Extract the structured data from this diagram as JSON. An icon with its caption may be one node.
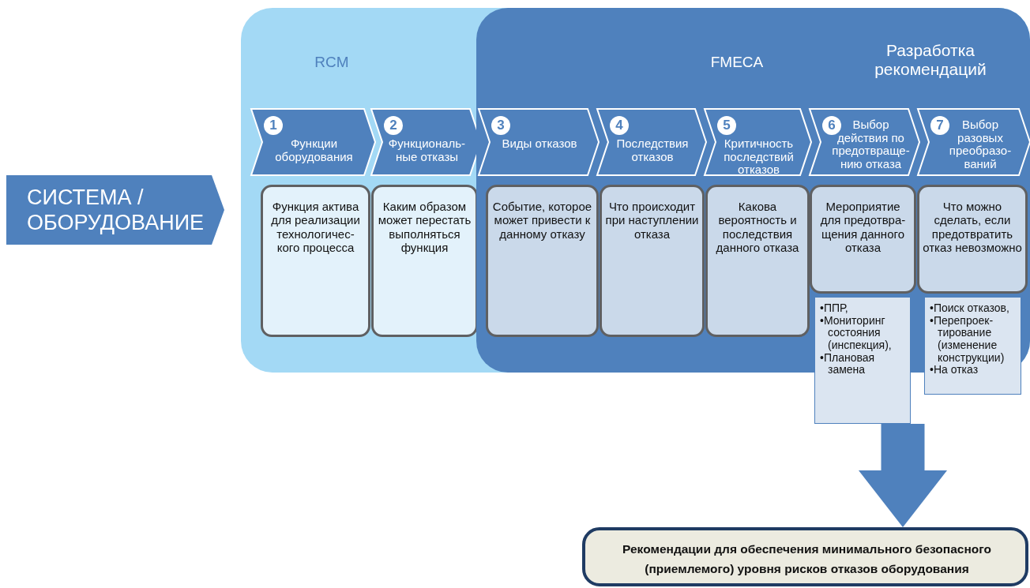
{
  "diagram": {
    "nodes": [
      {
        "text": [
          "RCM"
        ]
      },
      {
        "text": [
          "FMECA",
          "Разработка рекомендаций"
        ],
        "in": 0
      },
      {
        "text": [
          "СИСТЕМА / ОБОРУДОВАНИЕ"
        ]
      },
      {
        "text": [
          "1",
          "Функции оборудования"
        ],
        "in": 0
      },
      {
        "text": [
          "2",
          "Функциональ- ные отказы"
        ],
        "in": 0
      },
      {
        "text": [
          "3",
          "Виды отказов"
        ],
        "in": 1
      },
      {
        "text": [
          "4",
          "Последствия отказов"
        ],
        "in": 1
      },
      {
        "text": [
          "5",
          "Критичность последствий отказов"
        ],
        "in": 1
      },
      {
        "text": [
          "6",
          "Выбор действия по предотвраще- нию отказа"
        ],
        "in": 1
      },
      {
        "text": [
          "7",
          "Выбор разовых преобразо- ваний"
        ],
        "in": 1
      },
      {
        "text": [
          "Функция актива для реализации технологичес- кого процесса"
        ],
        "in": 0
      },
      {
        "text": [
          "Каким образом может перестать выполняться функция"
        ],
        "in": 0
      },
      {
        "text": [
          "Событие, которое может привести к данному отказу"
        ],
        "in": 1
      },
      {
        "text": [
          "Что происходит при наступлении отказа"
        ],
        "in": 1
      },
      {
        "text": [
          "Какова вероятность и последствия данного отказа"
        ],
        "in": 1
      },
      {
        "text": [
          "Мероприятие для предотвра- щения данного отказа"
        ],
        "in": 1
      },
      {
        "text": [
          "Что можно сделать, если предотвратить отказ невозможно"
        ],
        "in": 1
      },
      {
        "text": [
          "•ППР,",
          "•Мониторинг состояния (инспекция),",
          "•Плановая замена"
        ]
      },
      {
        "text": [
          "•Поиск отказов,",
          "•Перепроек- тирование (изменение конструкции)",
          "•На отказ"
        ]
      },
      {
        "text": [
          "Рекомендации для обеспечения минимального безопасного (приемлемого) уровня рисков отказов оборудования"
        ]
      }
    ],
    "edges": [
      {
        "from": 17,
        "to": 19,
        "arrow": "to"
      }
    ]
  }
}
